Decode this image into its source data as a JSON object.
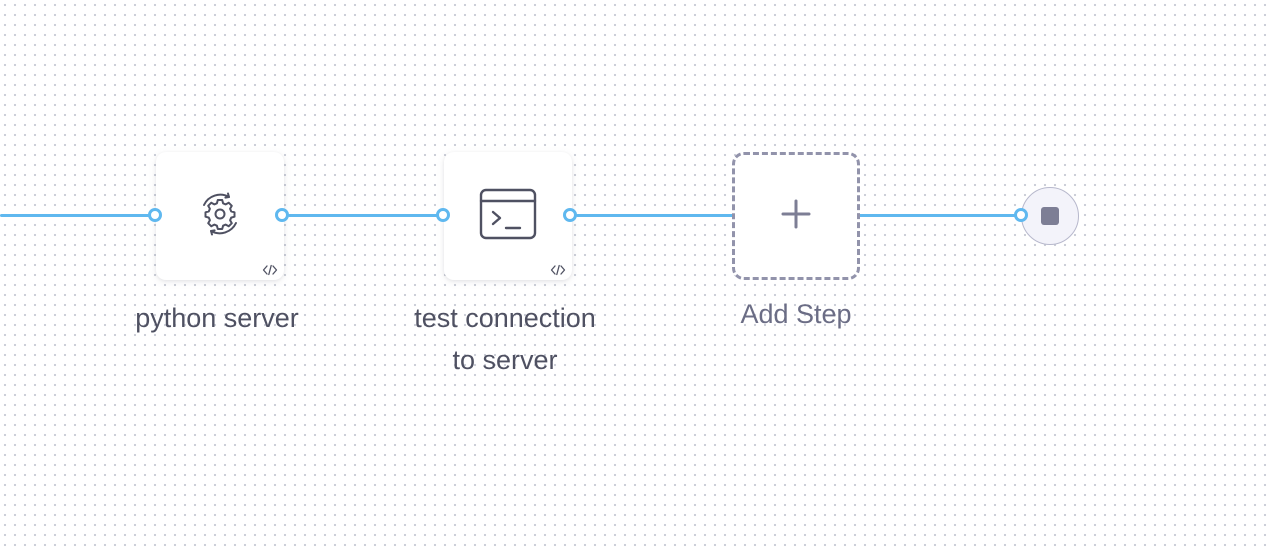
{
  "pipeline": {
    "steps": [
      {
        "label": "python server",
        "icon": "gear-sync-icon",
        "yaml_indicator": "code-icon"
      },
      {
        "label_line1": "test connection",
        "label_line2": "to server",
        "icon": "terminal-icon",
        "yaml_indicator": "code-icon"
      }
    ],
    "add_step": {
      "label": "Add Step",
      "icon": "plus-icon"
    },
    "end": {
      "icon": "stop-icon"
    }
  },
  "colors": {
    "edge": "#5fb8ef",
    "label": "#4f5162",
    "add_border": "#9293ab",
    "stop": "#7d7e95"
  }
}
